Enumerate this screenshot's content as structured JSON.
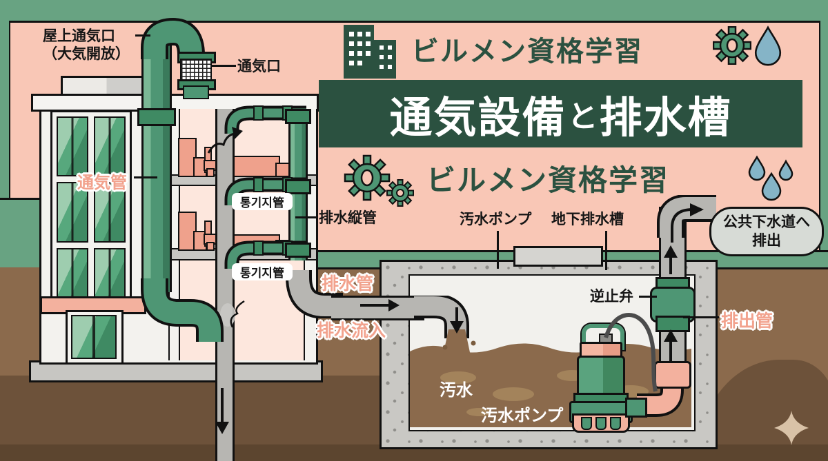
{
  "header": {
    "brand_top": "ビルメン資格学習",
    "title_left": "通気設備",
    "title_connector": "と",
    "title_right": "排水槽",
    "brand_bottom": "ビルメン資格学習"
  },
  "diagram": {
    "labels": {
      "roof_vent_line1": "屋上通気口",
      "roof_vent_line2": "（大気開放）",
      "vent_opening": "通気口",
      "vent_pipe": "通気管",
      "vent_branch": "통기지管",
      "drain_stack": "排水縦管",
      "drain_pipe": "排水管",
      "drain_inflow": "排水流入",
      "pump_callout_top": "汚水ポンプ",
      "underground_tank": "地下排水槽",
      "sewer_line1": "公共下水道へ",
      "sewer_line2": "排出",
      "check_valve": "逆止弁",
      "discharge_pipe": "排出管",
      "sewage": "汚水",
      "pump_callout_bottom": "汚水ポンプ"
    }
  },
  "icons": {
    "building": "building-icon",
    "gear": "gear-icon",
    "water_drop": "water-drop-icon",
    "sparkle": "sparkle-icon"
  },
  "colors": {
    "background_pink": "#f9c7b6",
    "frame_green": "#68a382",
    "banner_green": "#2b5140",
    "pipe_green": "#4e9674",
    "water_blue": "#85b4c7",
    "dirt_brown": "#8b6a4c",
    "label_pink": "#f2a28d",
    "concrete_gray": "#c9c8c4"
  }
}
